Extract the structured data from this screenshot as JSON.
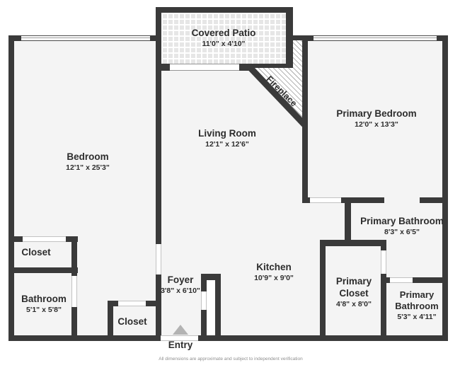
{
  "plan": {
    "rooms": {
      "covered_patio": {
        "name": "Covered Patio",
        "dims": "11'0\" x 4'10\""
      },
      "living_room": {
        "name": "Living Room",
        "dims": "12'1\" x 12'6\""
      },
      "primary_bedroom": {
        "name": "Primary Bedroom",
        "dims": "12'0\" x 13'3\""
      },
      "bedroom": {
        "name": "Bedroom",
        "dims": "12'1\" x 25'3\""
      },
      "fireplace": {
        "name": "Fireplace"
      },
      "primary_bathroom_upper": {
        "name": "Primary Bathroom",
        "dims": "8'3\" x 6'5\""
      },
      "kitchen": {
        "name": "Kitchen",
        "dims": "10'9\" x 9'0\""
      },
      "primary_closet": {
        "name": "Primary Closet",
        "dims": "4'8\" x 8'0\""
      },
      "primary_bathroom_lower": {
        "name": "Primary Bathroom",
        "dims": "5'3\" x 4'11\""
      },
      "foyer": {
        "name": "Foyer",
        "dims": "3'8\" x 6'10\""
      },
      "bathroom": {
        "name": "Bathroom",
        "dims": "5'1\" x 5'8\""
      },
      "closet_left": {
        "name": "Closet"
      },
      "closet_bottom": {
        "name": "Closet"
      },
      "entry": {
        "name": "Entry"
      }
    },
    "footer": "All dimensions are approximate and subject to independent verification",
    "colors": {
      "wall": "#3a3a3a",
      "floor": "#f4f4f4",
      "entry_arrow": "#b3b3b3"
    }
  }
}
